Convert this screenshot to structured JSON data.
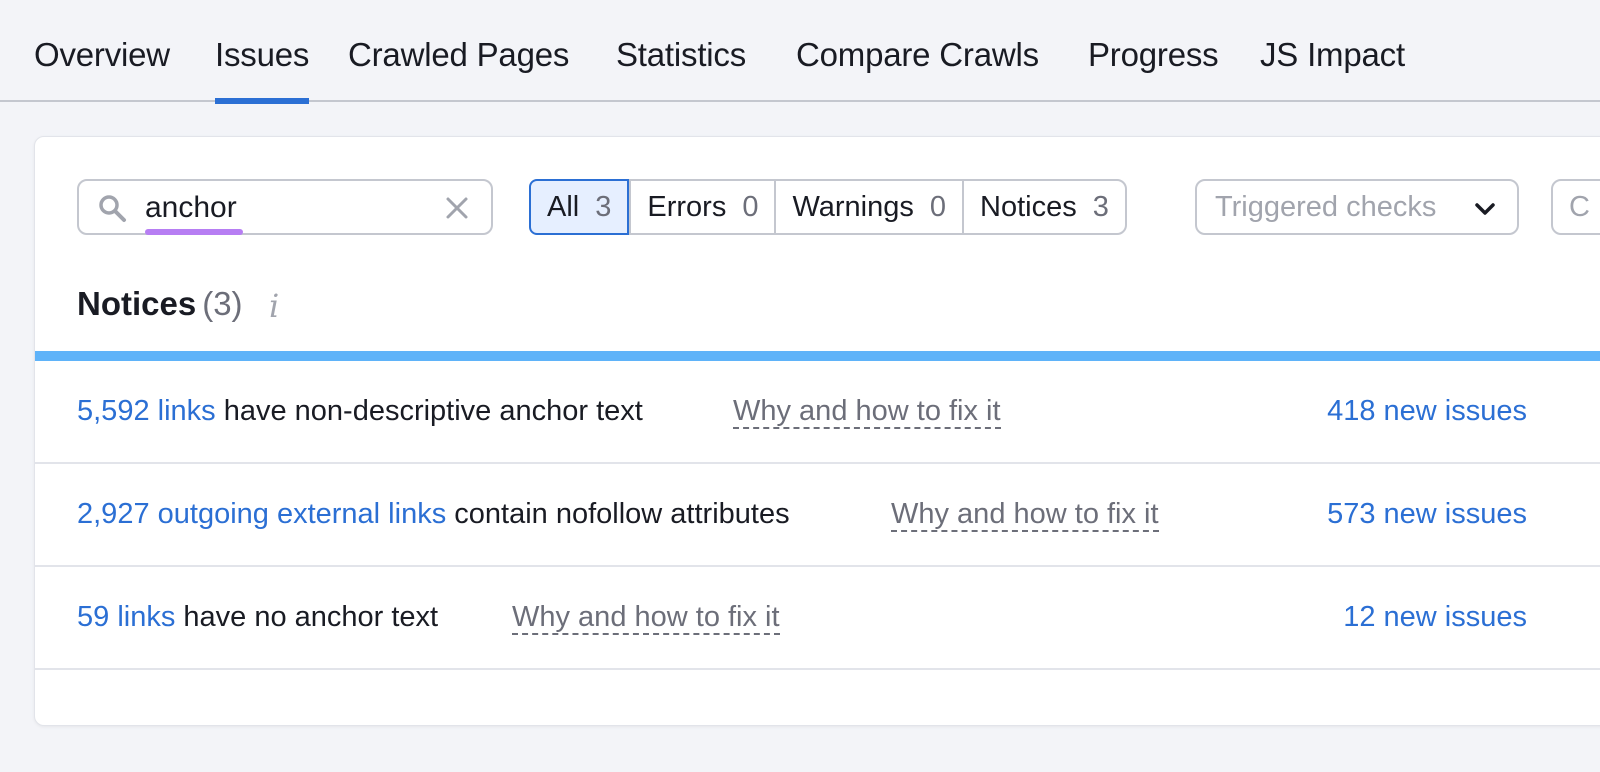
{
  "tabs": [
    {
      "label": "Overview"
    },
    {
      "label": "Issues"
    },
    {
      "label": "Crawled Pages"
    },
    {
      "label": "Statistics"
    },
    {
      "label": "Compare Crawls"
    },
    {
      "label": "Progress"
    },
    {
      "label": "JS Impact"
    }
  ],
  "active_tab": "Issues",
  "search": {
    "value": "anchor",
    "icon": "search-icon",
    "clear_icon": "close-icon"
  },
  "filters": [
    {
      "label": "All",
      "count": "3",
      "active": true
    },
    {
      "label": "Errors",
      "count": "0"
    },
    {
      "label": "Warnings",
      "count": "0"
    },
    {
      "label": "Notices",
      "count": "3"
    }
  ],
  "triggered_checks": {
    "placeholder": "Triggered checks"
  },
  "second_dropdown": {
    "placeholder": "C"
  },
  "section": {
    "title": "Notices",
    "count": "(3)",
    "info_icon": "i"
  },
  "issues": [
    {
      "link": "5,592 links",
      "text": " have non-descriptive anchor text",
      "fix": "Why and how to fix it",
      "new_issues": "418 new issues"
    },
    {
      "link": "2,927 outgoing external links",
      "text": " contain nofollow attributes",
      "fix": "Why and how to fix it",
      "new_issues": "573 new issues"
    },
    {
      "link": "59 links",
      "text": " have no anchor text",
      "fix": "Why and how to fix it",
      "new_issues": "12 new issues"
    }
  ],
  "colors": {
    "accent": "#2b6fd4",
    "notice_bar": "#5fb3f9",
    "search_highlight": "#b77ef3"
  }
}
